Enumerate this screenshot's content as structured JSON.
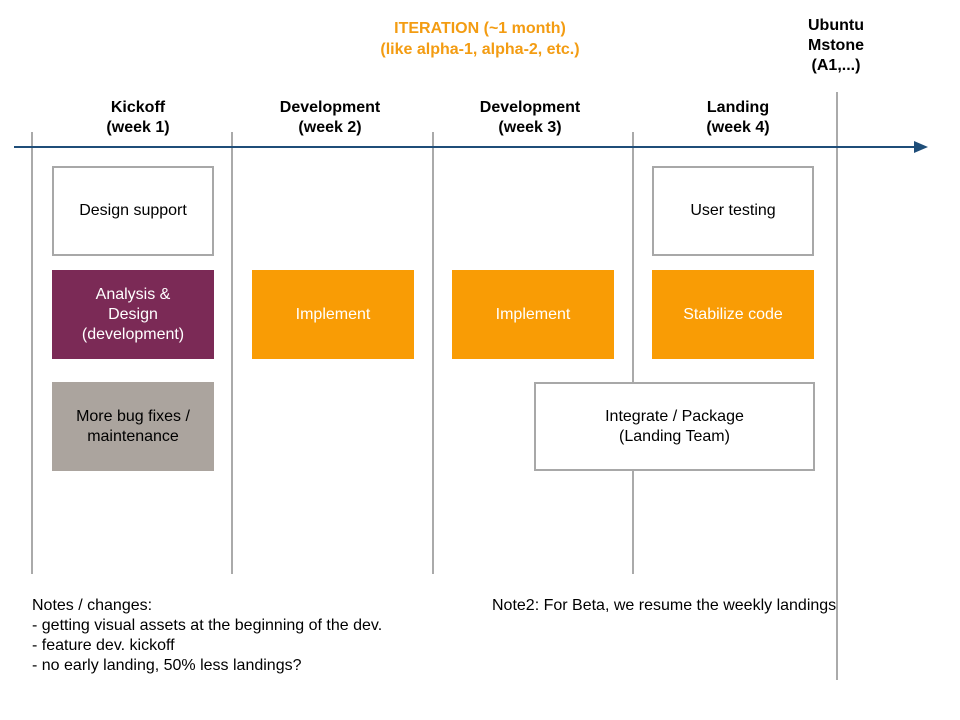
{
  "header": {
    "iteration_title": "ITERATION (~1 month)",
    "iteration_subtitle": "(like alpha-1, alpha-2, etc.)",
    "milestone_line1": "Ubuntu",
    "milestone_line2": "Mstone",
    "milestone_line3": "(A1,...)"
  },
  "phases": [
    {
      "name": "Kickoff",
      "week": "(week 1)"
    },
    {
      "name": "Development",
      "week": "(week 2)"
    },
    {
      "name": "Development",
      "week": "(week 3)"
    },
    {
      "name": "Landing",
      "week": "(week 4)"
    }
  ],
  "boxes": {
    "design_support": "Design support",
    "analysis_design": [
      "Analysis &",
      "Design",
      "(development)"
    ],
    "bug_fixes": [
      "More bug fixes /",
      "maintenance"
    ],
    "implement_week2": "Implement",
    "implement_week3": "Implement",
    "user_testing": "User testing",
    "stabilize_code": "Stabilize code",
    "integrate_package": [
      "Integrate / Package",
      "(Landing Team)"
    ]
  },
  "notes": {
    "heading": "Notes / changes:",
    "items": [
      "- getting visual assets at the beginning of the dev.",
      "- feature dev. kickoff",
      "- no early landing, 50% less landings?"
    ],
    "note2": "Note2: For Beta, we resume the weekly landings"
  },
  "colors": {
    "accent_orange": "#F99C05",
    "title_orange": "#F39C12",
    "purple": "#7B2A56",
    "grey_box": "#ABA49E",
    "axis_blue": "#1F4E79"
  }
}
